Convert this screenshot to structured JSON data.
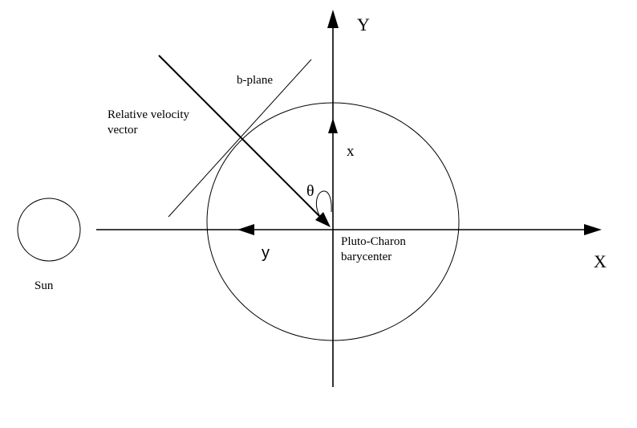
{
  "labels": {
    "axis_X": "X",
    "axis_Y": "Y",
    "vec_x": "x",
    "vec_y": "y",
    "theta": "θ",
    "b_plane": "b-plane",
    "relative_velocity_line1": "Relative velocity",
    "relative_velocity_line2": "vector",
    "barycenter_line1": "Pluto-Charon",
    "barycenter_line2": "barycenter",
    "sun": "Sun"
  },
  "colors": {
    "stroke": "#000000",
    "background": "#ffffff"
  }
}
